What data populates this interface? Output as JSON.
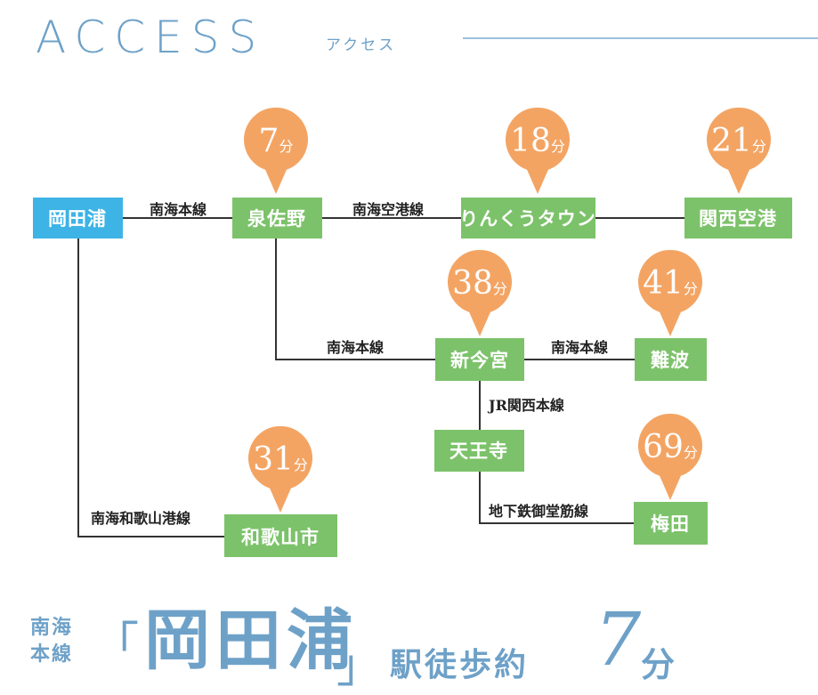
{
  "header": {
    "title": "ACCESS",
    "subtitle": "アクセス"
  },
  "colors": {
    "origin_station": "#3db3e6",
    "station": "#7cc26a",
    "pin": "#f3a463",
    "line": "#333333",
    "accent_text": "#6ea1c8"
  },
  "stations": {
    "okadaura": "岡田浦",
    "izumisano": "泉佐野",
    "rinku_town": "りんくうタウン",
    "kansai_airport": "関西空港",
    "shin_imamiya": "新今宮",
    "namba": "難波",
    "tennoji": "天王寺",
    "umeda": "梅田",
    "wakayamashi": "和歌山市"
  },
  "lines": {
    "nankai_main_1": "南海本線",
    "nankai_airport": "南海空港線",
    "nankai_main_2": "南海本線",
    "nankai_main_3": "南海本線",
    "jr_kansai_main": "JR関西本線",
    "subway_midosuji": "地下鉄御堂筋線",
    "nankai_wakayamako": "南海和歌山港線"
  },
  "times": {
    "unit": "分",
    "izumisano": "7",
    "rinku_town": "18",
    "kansai_airport": "21",
    "shin_imamiya": "38",
    "namba": "41",
    "umeda": "69",
    "wakayamashi": "31"
  },
  "footer": {
    "line_name_top": "南海",
    "line_name_bottom": "本線",
    "open_bracket": "「",
    "station": "岡田浦",
    "close_bracket": "」",
    "suffix": "駅徒歩約",
    "minutes": "7",
    "unit": "分"
  }
}
